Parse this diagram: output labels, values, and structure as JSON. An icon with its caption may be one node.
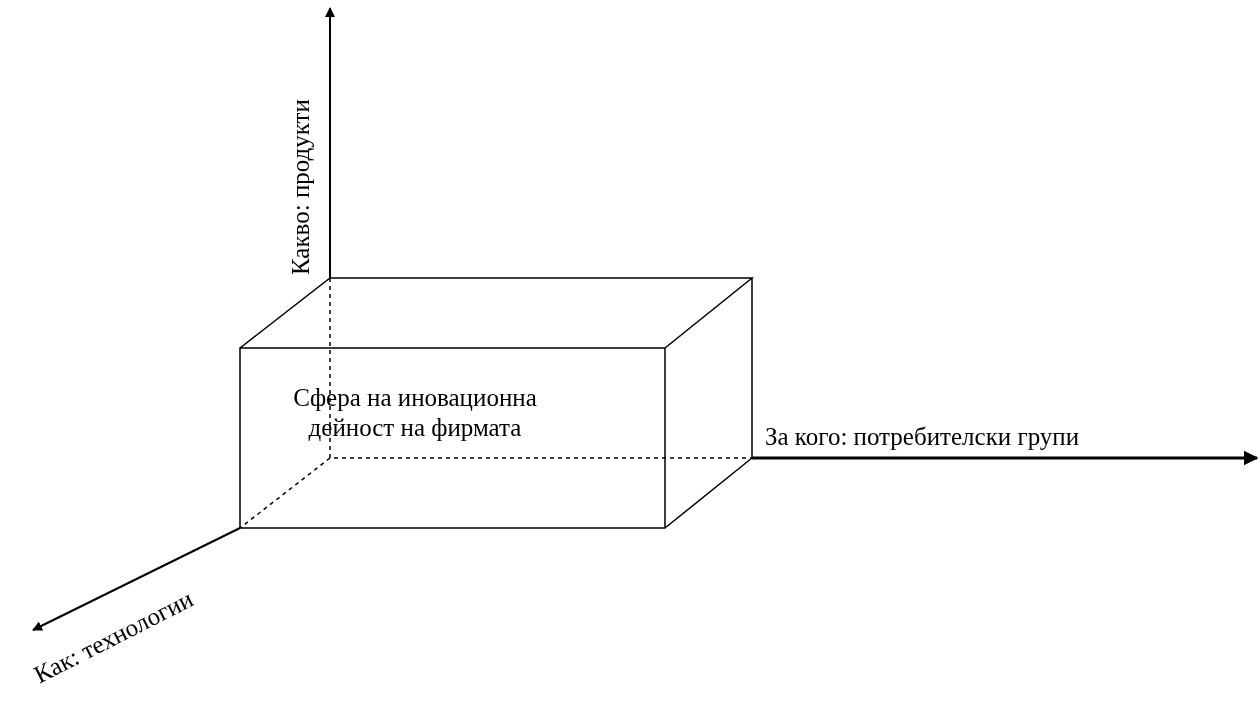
{
  "diagram": {
    "nodes": [
      {
        "text": [
          "Сфера на иновационна дейност на фирмата"
        ]
      }
    ],
    "labels": [
      "Какво: продукти",
      "За кого: потребителски групи",
      "Как: технологии"
    ]
  }
}
